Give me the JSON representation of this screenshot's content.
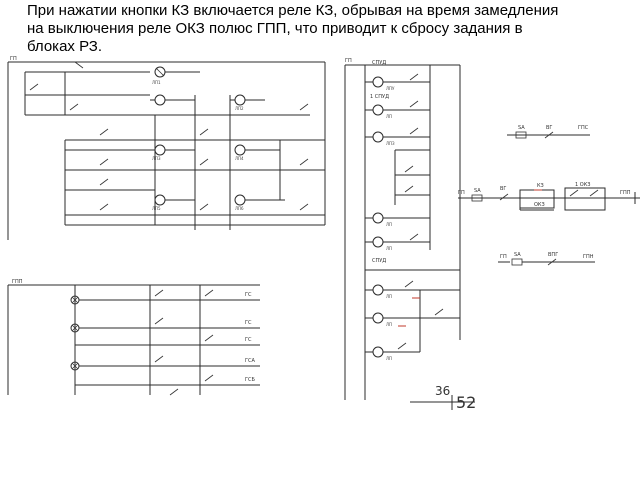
{
  "caption": {
    "line1": "При нажатии кнопки КЗ включается реле КЗ, обрывая на время замедления",
    "line2": "на выключения реле ОКЗ полюс ГПП, что приводит к сбросу задания в",
    "line3": "блоках РЗ."
  },
  "colors": {
    "text": "#000000",
    "wire": "#2b2b2b",
    "contact_accent": "#c0392b"
  },
  "schematic": {
    "labels": {
      "gp": "ГП",
      "gpp": "ГПП",
      "gpn": "ГПН",
      "gps": "ГПС",
      "sa": "SA",
      "vg": "ВГ",
      "vpg": "ВПГ",
      "kz": "КЗ",
      "okz": "ОКЗ",
      "spud": "СПУД",
      "gpp_short": "ГПП",
      "sheet_no": "52",
      "sheet_ref": "36"
    }
  }
}
